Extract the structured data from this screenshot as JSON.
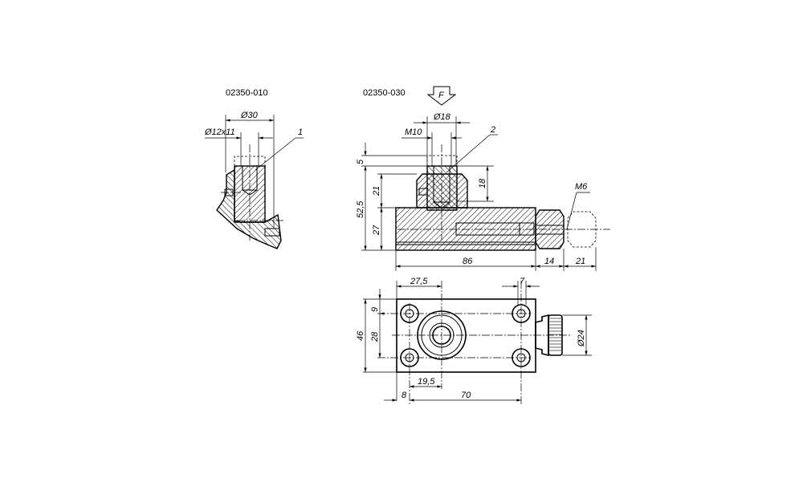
{
  "views": {
    "left": {
      "part_number": "02350-010",
      "dims": {
        "dia_outer": "Ø30",
        "dia_bore": "Ø12x11"
      },
      "callout": "1"
    },
    "right": {
      "part_number": "02350-030",
      "force_label": "F",
      "dims": {
        "dia_top": "Ø18",
        "thread": "M10",
        "h_5": "5",
        "h_52_5": "52,5",
        "h_21": "21",
        "h_27": "27",
        "h_18": "18",
        "thread_side": "M6",
        "l_86": "86",
        "l_14": "14",
        "l_21": "21"
      },
      "callout": "2"
    },
    "plan": {
      "dims": {
        "w_27_5": "27,5",
        "w_7": "7",
        "h_46": "46",
        "h_9": "9",
        "h_28": "28",
        "w_19_5": "19,5",
        "w_8": "8",
        "w_70": "70",
        "dia_knob": "Ø24"
      }
    }
  }
}
